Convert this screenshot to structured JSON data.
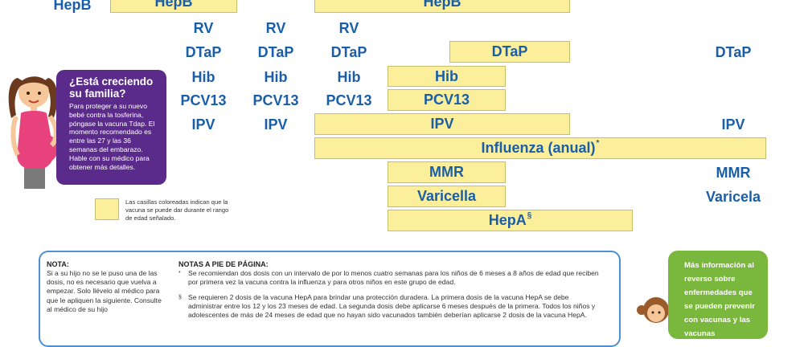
{
  "rows": {
    "hepb": {
      "left_label": "HepB",
      "bar1": "HepB",
      "bar2": "HepB"
    },
    "rv": {
      "c1": "RV",
      "c2": "RV",
      "c3": "RV"
    },
    "dtap": {
      "c1": "DTaP",
      "c2": "DTaP",
      "c3": "DTaP",
      "bar": "DTaP",
      "right": "DTaP"
    },
    "hib": {
      "c1": "Hib",
      "c2": "Hib",
      "c3": "Hib",
      "bar": "Hib"
    },
    "pcv13": {
      "c1": "PCV13",
      "c2": "PCV13",
      "c3": "PCV13",
      "bar": "PCV13"
    },
    "ipv": {
      "c1": "IPV",
      "c2": "IPV",
      "bar": "IPV",
      "right": "IPV"
    },
    "influenza": {
      "bar": "Influenza (anual)",
      "mark": "*"
    },
    "mmr": {
      "bar": "MMR",
      "right": "MMR"
    },
    "varicella": {
      "bar": "Varicella",
      "right": "Varicela"
    },
    "hepa": {
      "bar": "HepA",
      "mark": "§"
    }
  },
  "pregnancy_box": {
    "title": "¿Está creciendo su familia?",
    "body": "Para proteger a su nuevo bebé contra la tosferina, póngase la vacuna Tdap. El momento recomendado es entre las 27 y las 36 semanas del embarazo. Hable con su médico para obtener más detalles."
  },
  "legend": {
    "text": "Las casillas coloreadas indican que la vacuna se puede dar durante el rango de edad señalado."
  },
  "notes": {
    "nota_title": "NOTA:",
    "nota_body": "Si a su hijo no se le puso una de las dosis, no es necesario que vuelva a empezar. Solo llévelo al médico para que le apliquen la siguiente. Consulte al médico de su hijo",
    "footnotes_title": "NOTAS A PIE DE PÁGINA:",
    "fn1_mark": "*",
    "fn1": "Se recomiendan dos dosis con un intervalo de por lo menos cuatro semanas para los niños de 6 meses a 8 años de edad que reciben por primera vez la vacuna contra la influenza y para otros niños en este grupo de edad.",
    "fn2_mark": "§",
    "fn2": "Se requieren 2 dosis de la vacuna HepA para brindar una protección duradera. La primera dosis de la vacuna HepA se debe administrar entre los 12 y los 23 meses de edad. La segunda dosis debe aplicarse 6 meses después de la primera. Todos los niños y adolescentes de más de 24 meses de edad que no hayan sido vacunados también deberían aplicarse 2 dosis de la vacuna HepA."
  },
  "info_box": {
    "text": "Más información al reverso sobre enfermedades que se pueden prevenir con vacunas y las vacunas"
  },
  "colors": {
    "bar_fill": "#fbef9b",
    "vaccine_text": "#1a5ea8",
    "purple_box": "#5b2b8c",
    "green_box": "#7ab73d",
    "notes_border": "#4f8fd0"
  }
}
